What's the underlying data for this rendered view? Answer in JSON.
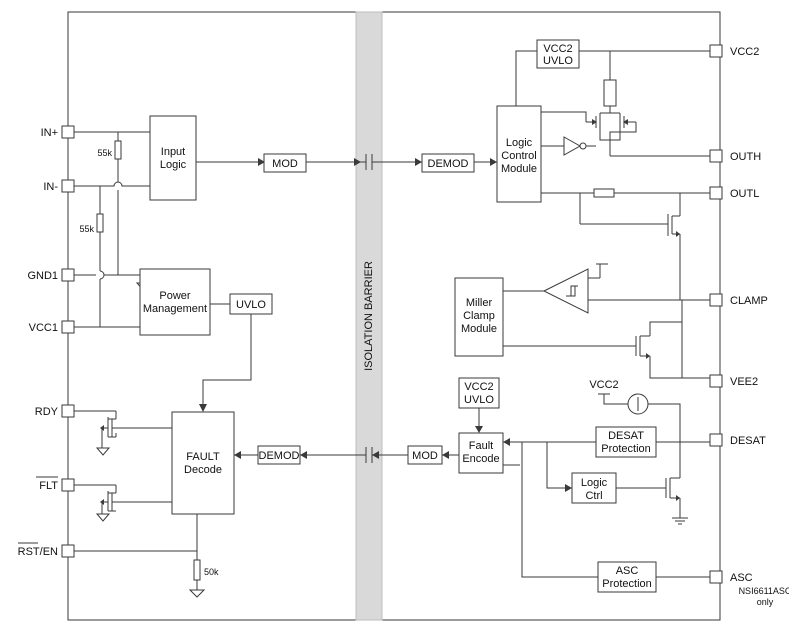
{
  "barrier_label": "ISOLATION BARRIER",
  "pins_left": {
    "in_plus": "IN+",
    "in_minus": "IN-",
    "gnd1": "GND1",
    "vcc1": "VCC1",
    "rdy": "RDY",
    "flt": "FLT",
    "rst_en": "RST/EN"
  },
  "pins_right": {
    "vcc2": "VCC2",
    "outh": "OUTH",
    "outl": "OUTL",
    "clamp": "CLAMP",
    "vee2": "VEE2",
    "desat": "DESAT",
    "asc": "ASC",
    "asc_note_1": "NSI6611ASC",
    "asc_note_2": "only"
  },
  "blocks": {
    "input_logic_1": "Input",
    "input_logic_2": "Logic",
    "mod_tx": "MOD",
    "demod_rx": "DEMOD",
    "power_mgmt_1": "Power",
    "power_mgmt_2": "Management",
    "uvlo_primary": "UVLO",
    "fault_decode_1": "FAULT",
    "fault_decode_2": "Decode",
    "demod_fault": "DEMOD",
    "mod_fault": "MOD",
    "vcc2_uvlo_top_1": "VCC2",
    "vcc2_uvlo_top_2": "UVLO",
    "logic_control_1": "Logic",
    "logic_control_2": "Control",
    "logic_control_3": "Module",
    "miller_1": "Miller",
    "miller_2": "Clamp",
    "miller_3": "Module",
    "vcc2_uvlo_bottom_1": "VCC2",
    "vcc2_uvlo_bottom_2": "UVLO",
    "fault_encode_1": "Fault",
    "fault_encode_2": "Encode",
    "desat_prot_1": "DESAT",
    "desat_prot_2": "Protection",
    "logic_ctrl_1": "Logic",
    "logic_ctrl_2": "Ctrl",
    "asc_prot_1": "ASC",
    "asc_prot_2": "Protection",
    "vcc2_source": "VCC2"
  },
  "resistors": {
    "r_in_plus": "55k",
    "r_in_minus": "55k",
    "r_rst": "50k"
  }
}
